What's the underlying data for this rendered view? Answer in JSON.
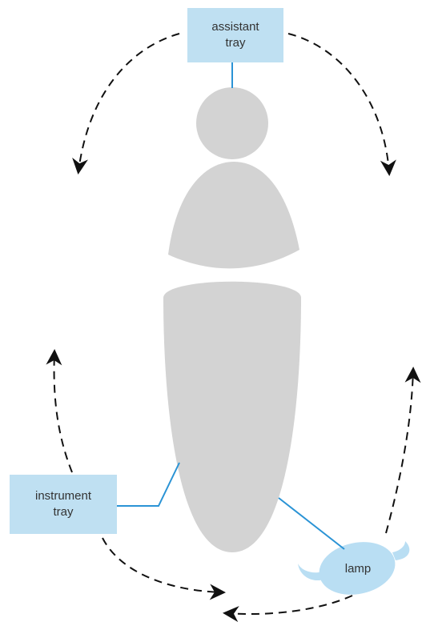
{
  "labels": {
    "assistant_tray": [
      "assistant",
      "tray"
    ],
    "instrument_tray": [
      "instrument",
      "tray"
    ],
    "lamp": "lamp"
  },
  "colors": {
    "body": "#d3d3d3",
    "tray_fill": "#bfe0f2",
    "lamp_fill": "#b9def3",
    "connector": "#2a93d5",
    "arrow": "#111111"
  }
}
